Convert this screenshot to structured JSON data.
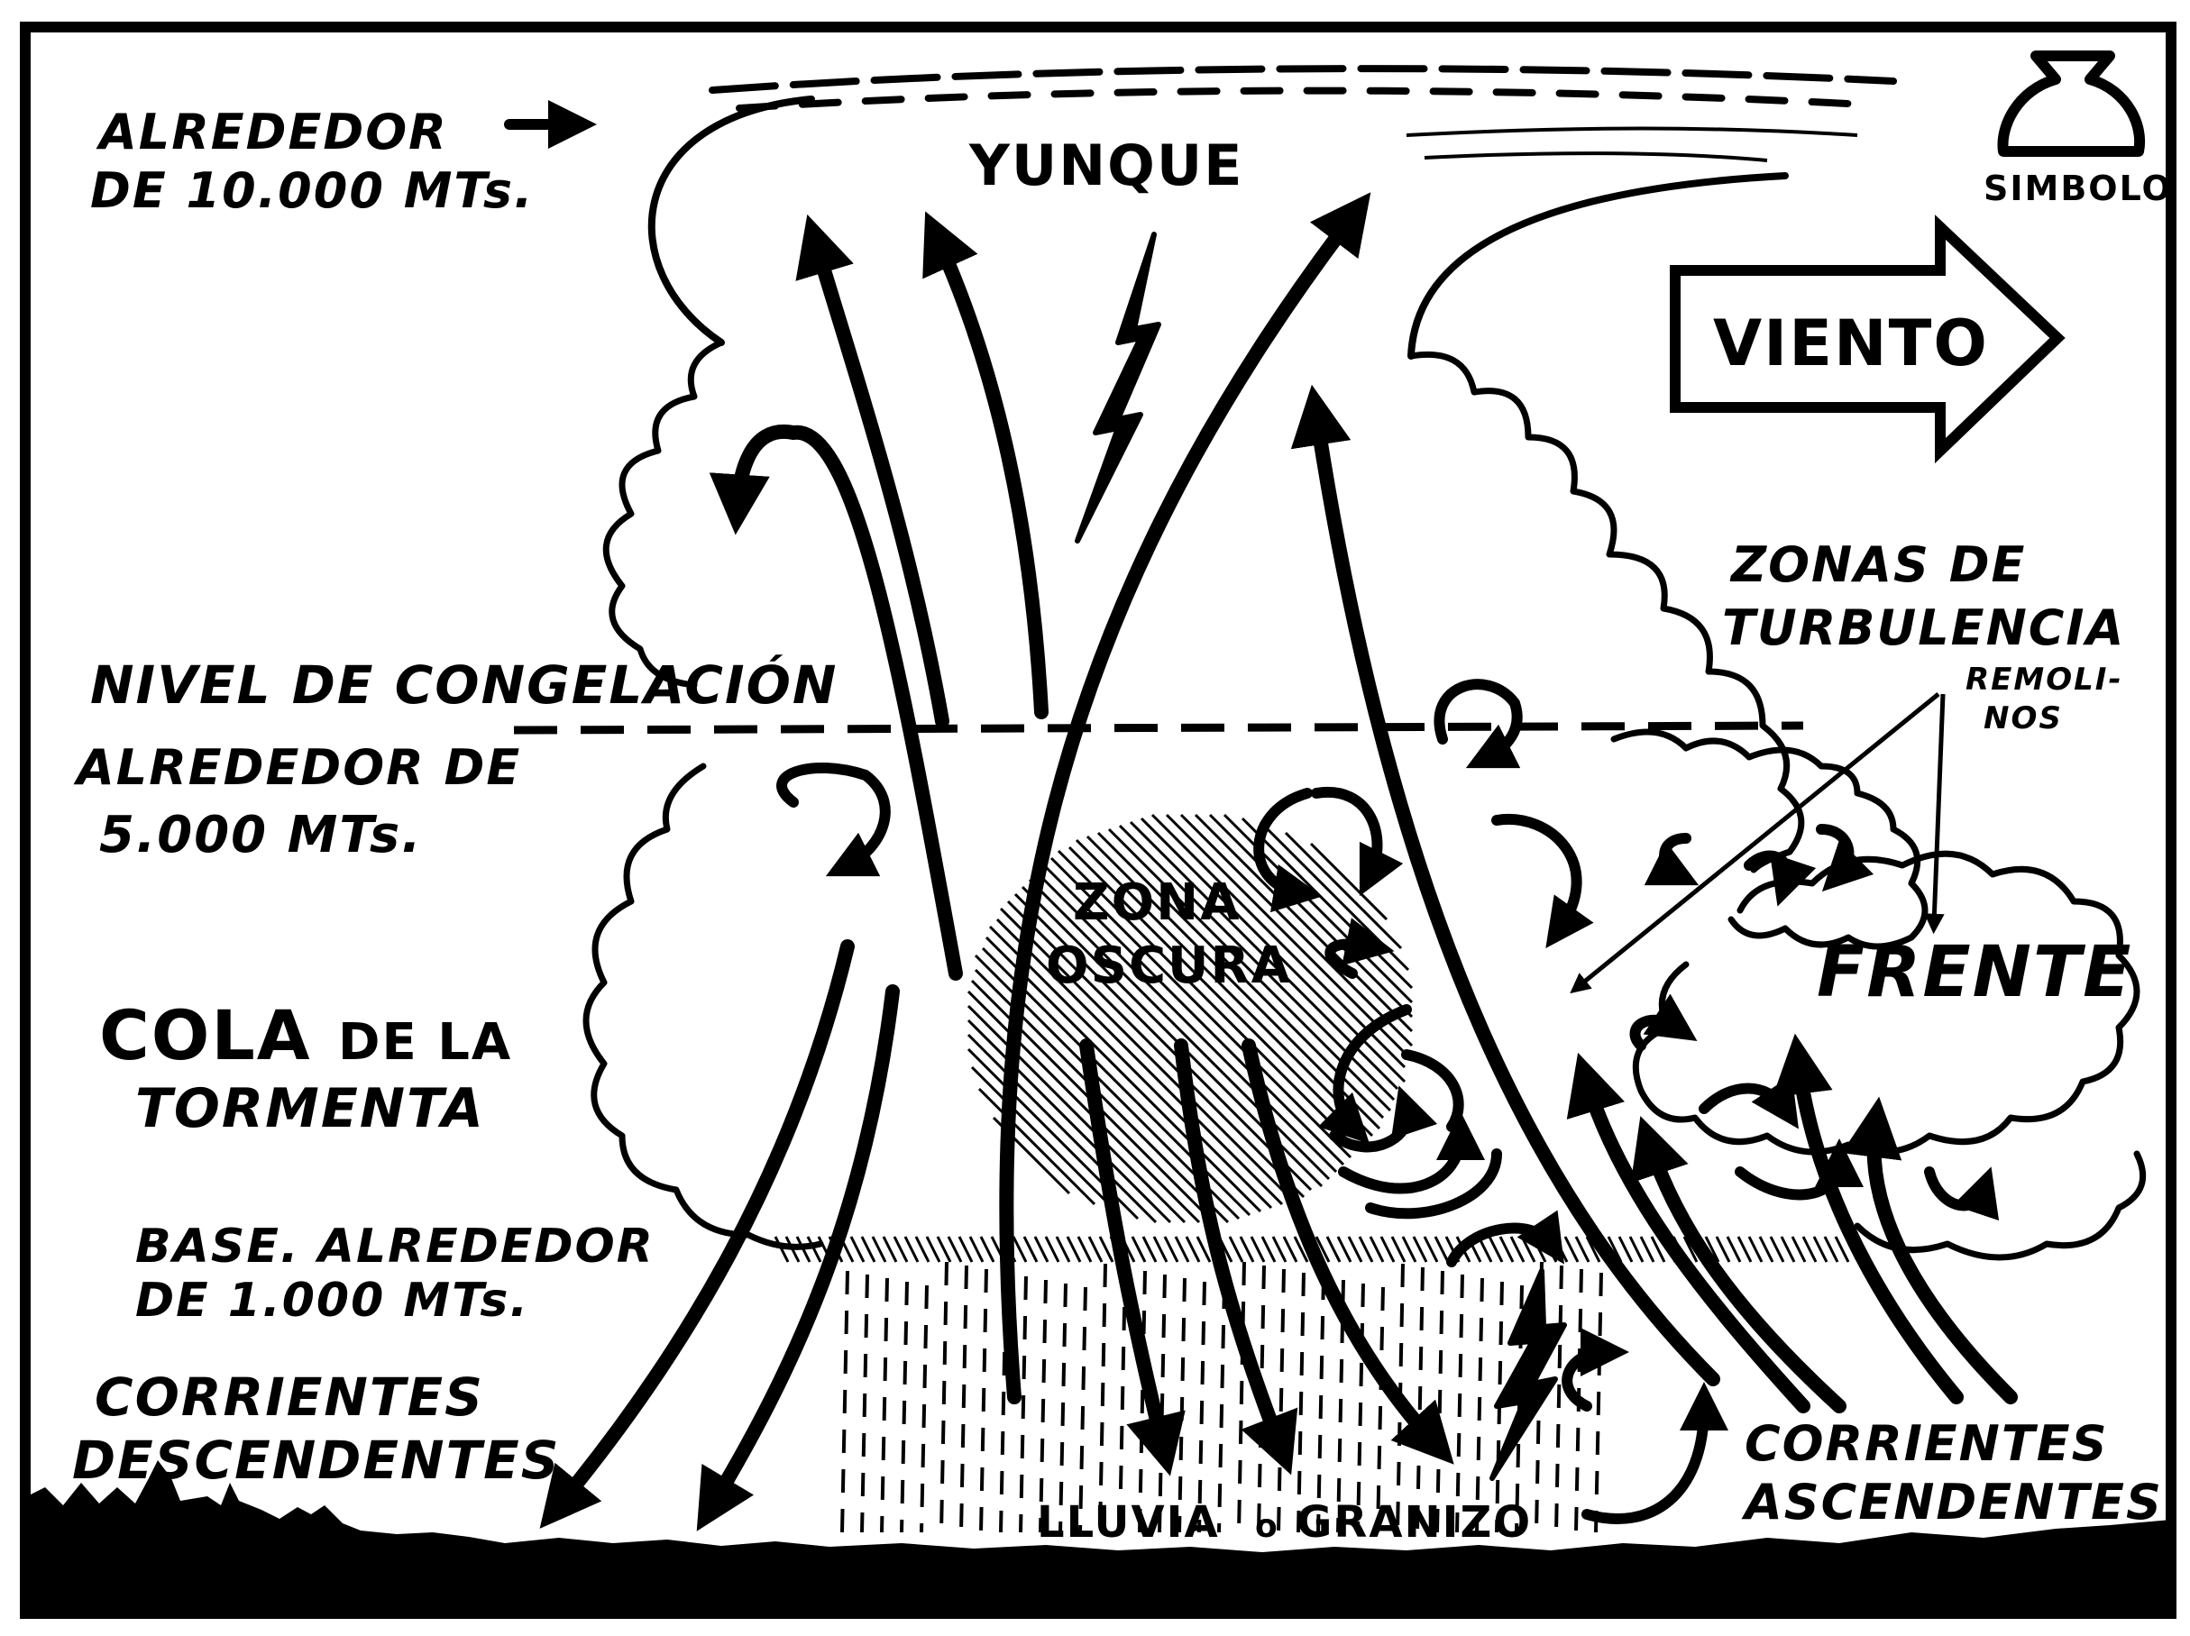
{
  "diagram": {
    "labels": {
      "top_altitude_line1": "ALREDEDOR",
      "top_altitude_line2": "DE 10.000 MTs.",
      "anvil": "YUNQUE",
      "symbol": "SIMBOLO",
      "wind": "VIENTO",
      "turbulence_line1": "ZONAS DE",
      "turbulence_line2": "TURBULENCIA",
      "eddies_line1": "REMOLI-",
      "eddies_line2": "NOS",
      "freezing_level": "NIVEL DE CONGELACIÓN",
      "freezing_alt_line1": "ALREDEDOR DE",
      "freezing_alt_line2": "5.000 MTs.",
      "dark_zone_line1": "ZONA",
      "dark_zone_line2": "OSCURA",
      "front": "FRENTE",
      "tail_bold": "COLA",
      "tail_rest": "DE LA",
      "tail_line2": "TORMENTA",
      "base_line1": "BASE. ALREDEDOR",
      "base_line2": "DE 1.000 MTs.",
      "downdrafts_line1": "CORRIENTES",
      "downdrafts_line2": "DESCENDENTES",
      "rain_hail_a": "LLUVIA",
      "rain_hail_b": "o",
      "rain_hail_c": "GRANIZO",
      "updrafts_line1": "CORRIENTES",
      "updrafts_line2": "ASCENDENTES"
    },
    "style": {
      "ink": "#000000",
      "paper": "#ffffff"
    }
  }
}
